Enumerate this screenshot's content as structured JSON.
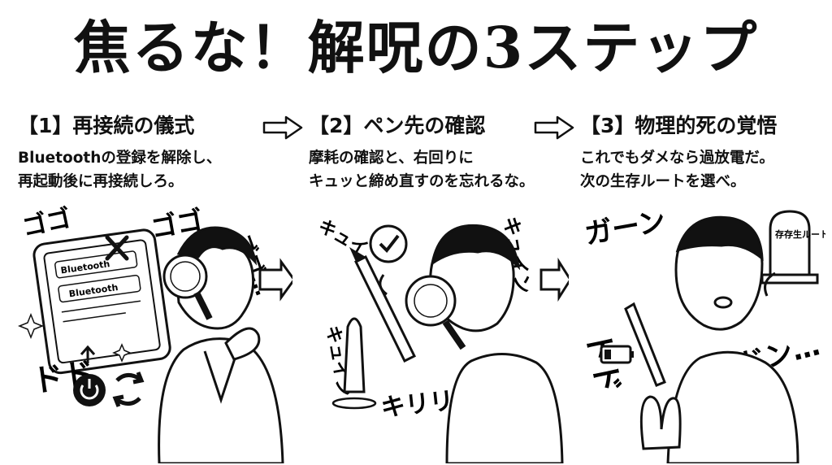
{
  "title": "焦るな！解呪の3ステップ",
  "steps": [
    {
      "heading": "【1】再接続の儀式",
      "desc": [
        "Bluetoothの登録を解除し、",
        "再起動後に再接続しろ。"
      ],
      "art": {
        "sfx_top": "ゴゴ",
        "sfx_top2": "ゴゴ",
        "sfx_right": "ゴゴ…",
        "sfx_bottom": "ドド",
        "device_labels": [
          "Bluetooth",
          "Bluetooth"
        ]
      }
    },
    {
      "heading": "【2】ペン先の確認",
      "desc": [
        "摩耗の確認と、右回りに",
        "キュッと締め直すのを忘れるな。"
      ],
      "art": {
        "sfx_a": "キュイ",
        "sfx_b": "キュイン",
        "sfx_c": "キュイン",
        "sfx_d": "キリリイイン"
      }
    },
    {
      "heading": "【3】物理的死の覚悟",
      "desc": [
        "これでもダメなら過放電だ。",
        "次の生存ルートを選べ。"
      ],
      "art": {
        "sfx_a": "ガーン",
        "sfx_b": "ドド",
        "sfx_c": "ドン…",
        "grave_label": "存存生ルート"
      }
    }
  ],
  "colors": {
    "ink": "#111111",
    "paper": "#ffffff"
  }
}
